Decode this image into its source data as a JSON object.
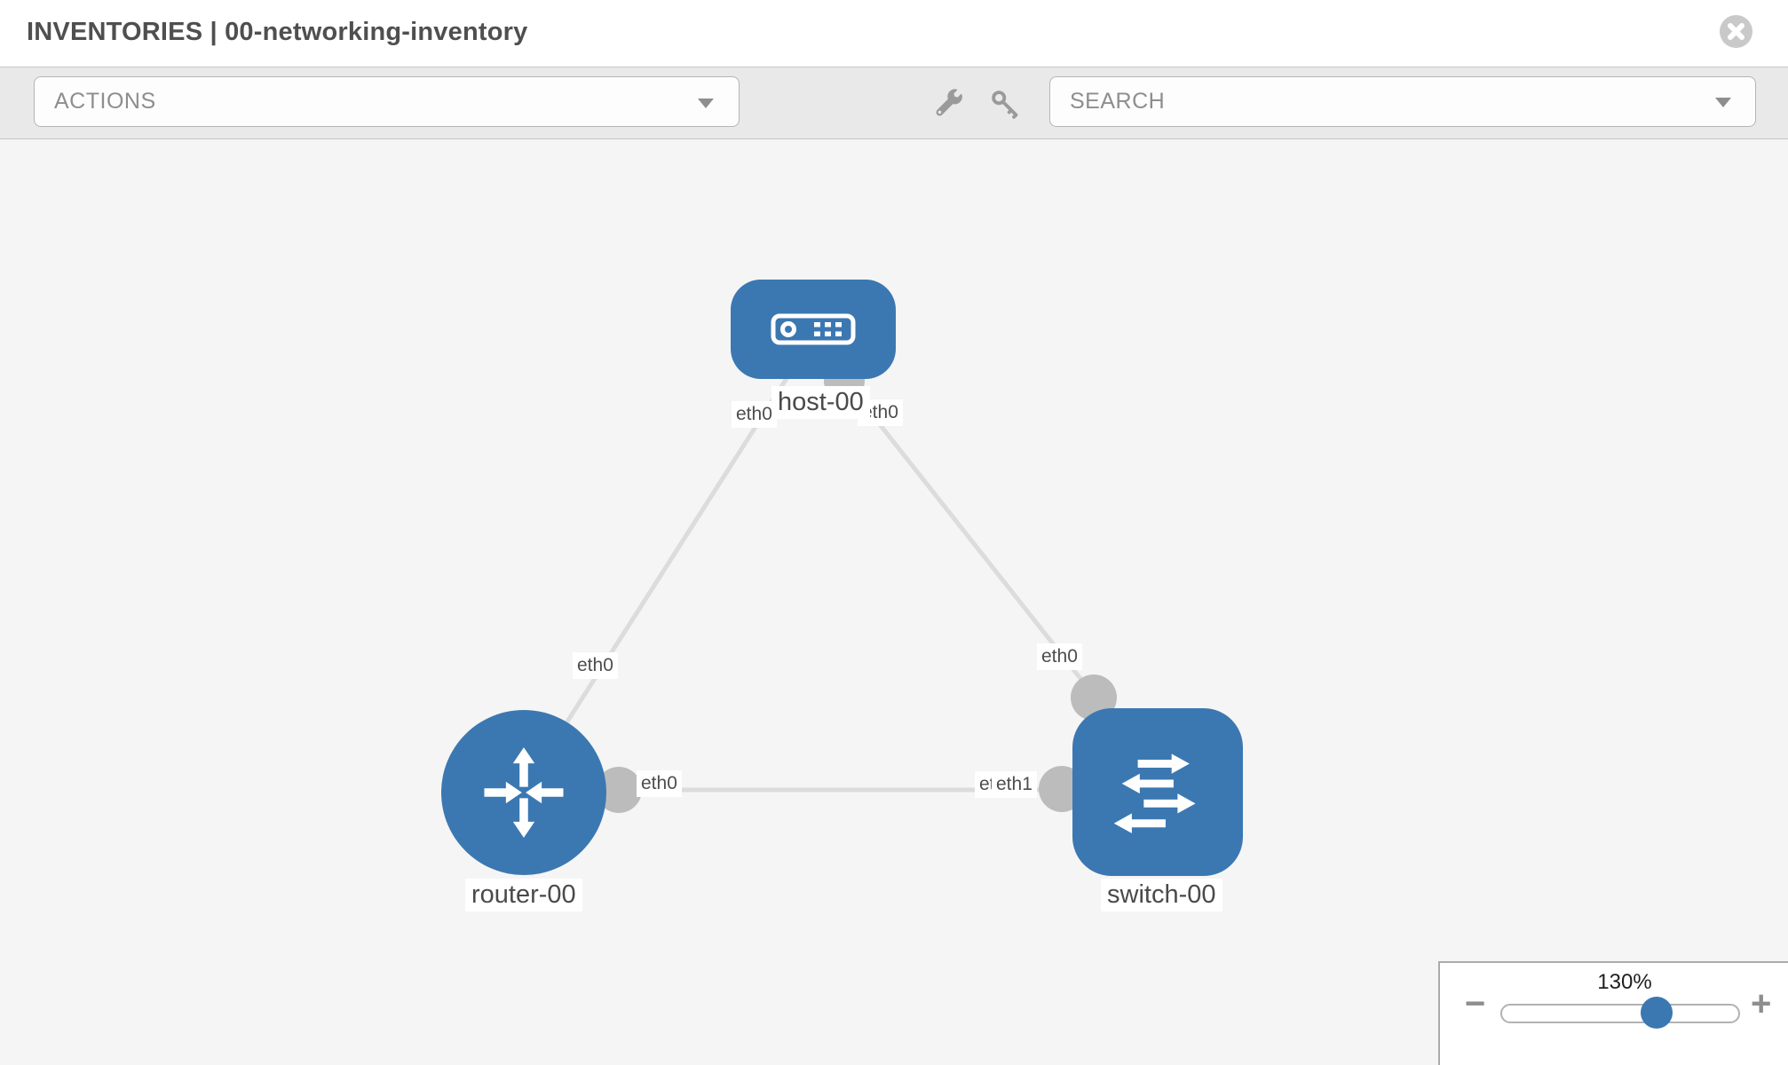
{
  "header": {
    "title": "INVENTORIES | 00-networking-inventory"
  },
  "toolbar": {
    "actions_dropdown": {
      "label": "ACTIONS"
    },
    "search_dropdown": {
      "placeholder": "SEARCH"
    },
    "icons": [
      "wrench-icon",
      "key-icon"
    ]
  },
  "graph": {
    "nodes": [
      {
        "id": "host-00",
        "label": "host-00",
        "type": "host"
      },
      {
        "id": "router-00",
        "label": "router-00",
        "type": "router"
      },
      {
        "id": "switch-00",
        "label": "switch-00",
        "type": "switch"
      }
    ],
    "edges": [
      {
        "from": "host-00",
        "to": "router-00",
        "from_label": "eth0",
        "to_label": "eth0"
      },
      {
        "from": "host-00",
        "to": "switch-00",
        "from_label": "eth0",
        "to_label": "eth0"
      },
      {
        "from": "router-00",
        "to": "switch-00",
        "from_label": "eth0",
        "to_label": "eth1",
        "to_label_overlapped": "eth1"
      }
    ]
  },
  "zoom_control": {
    "value": "130%",
    "minus_label": "−",
    "plus_label": "+"
  },
  "colors": {
    "node_blue": "#3b78b2",
    "edge_gray": "#dcdcdc",
    "connector_gray": "#bcbcbc",
    "toolbar_gray": "#e9e9e9",
    "canvas_gray": "#f5f5f5"
  }
}
